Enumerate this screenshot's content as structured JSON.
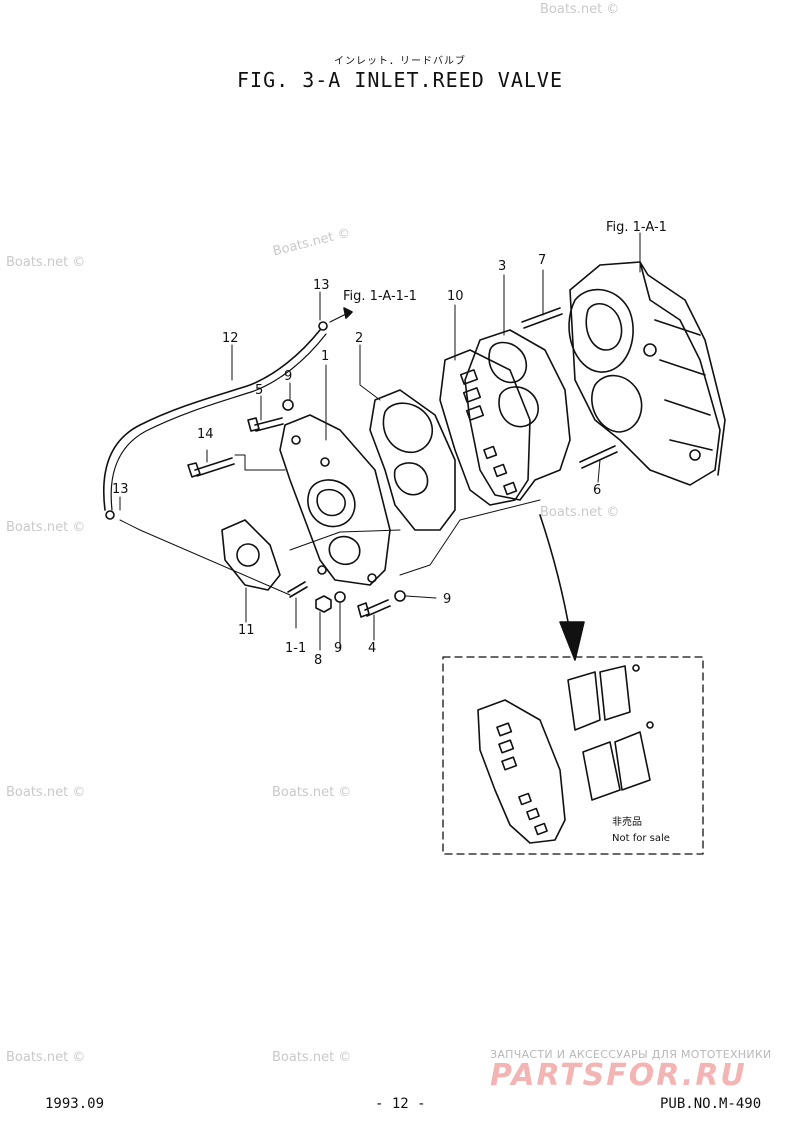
{
  "header": {
    "subtitle_jp": "インレット．リードバルブ",
    "title": "FIG.  3-A INLET.REED VALVE"
  },
  "references": {
    "fig_1a1": "Fig. 1-A-1",
    "fig_1a11": "Fig. 1-A-1-1"
  },
  "callouts": [
    "1",
    "1-1",
    "2",
    "3",
    "4",
    "5",
    "6",
    "7",
    "8",
    "9",
    "9",
    "9",
    "10",
    "11",
    "12",
    "13",
    "13",
    "14"
  ],
  "inset": {
    "note_jp": "非売品",
    "note_en": "Not for sale"
  },
  "watermarks": [
    "Boats.net ©",
    "Boats.net ©",
    "Boats.net ©",
    "Boats.net ©",
    "Boats.net ©",
    "Boats.net ©",
    "Boats.net ©",
    "Boats.net ©",
    "Boats.net ©"
  ],
  "branding": {
    "tagline": "ЗАПЧАСТИ И АКСЕССУАРЫ ДЛЯ МОТОТЕХНИКИ",
    "logo": "PARTSFOR.RU"
  },
  "footer": {
    "date": "1993.09",
    "page": "- 12 -",
    "pub": "PUB.NO.M-490"
  }
}
